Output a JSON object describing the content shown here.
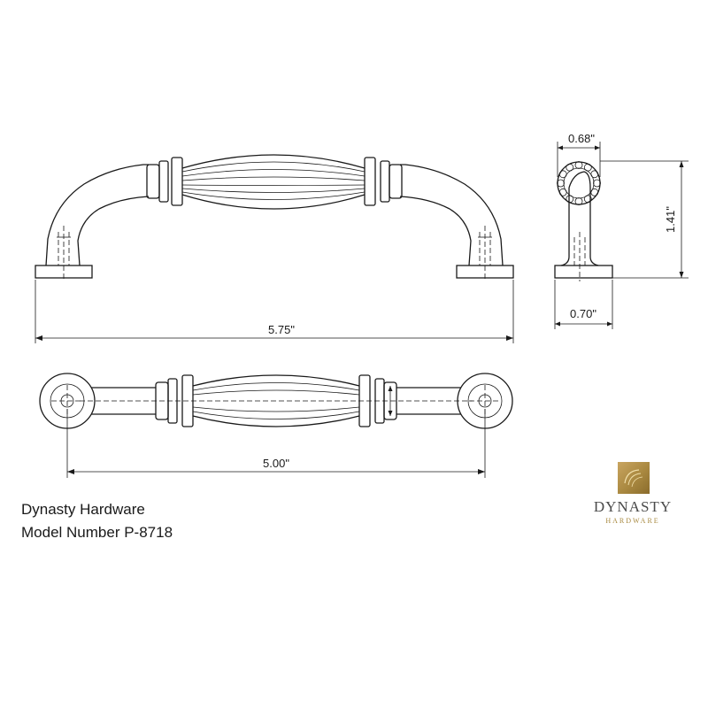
{
  "caption": {
    "brand": "Dynasty Hardware",
    "model": "Model Number P-8718"
  },
  "dimensions": {
    "overall_length": "5.75\"",
    "center_to_center": "5.00\"",
    "top_width": "0.68\"",
    "projection": "1.41\"",
    "base_width": "0.70\""
  },
  "logo": {
    "name": "DYNASTY",
    "sub": "HARDWARE",
    "colors": {
      "gold": "#a98840",
      "text": "#4a4a4a"
    }
  },
  "colors": {
    "line": "#1a1a1a",
    "dimension_accent": "#c8c23a",
    "background": "#ffffff"
  }
}
